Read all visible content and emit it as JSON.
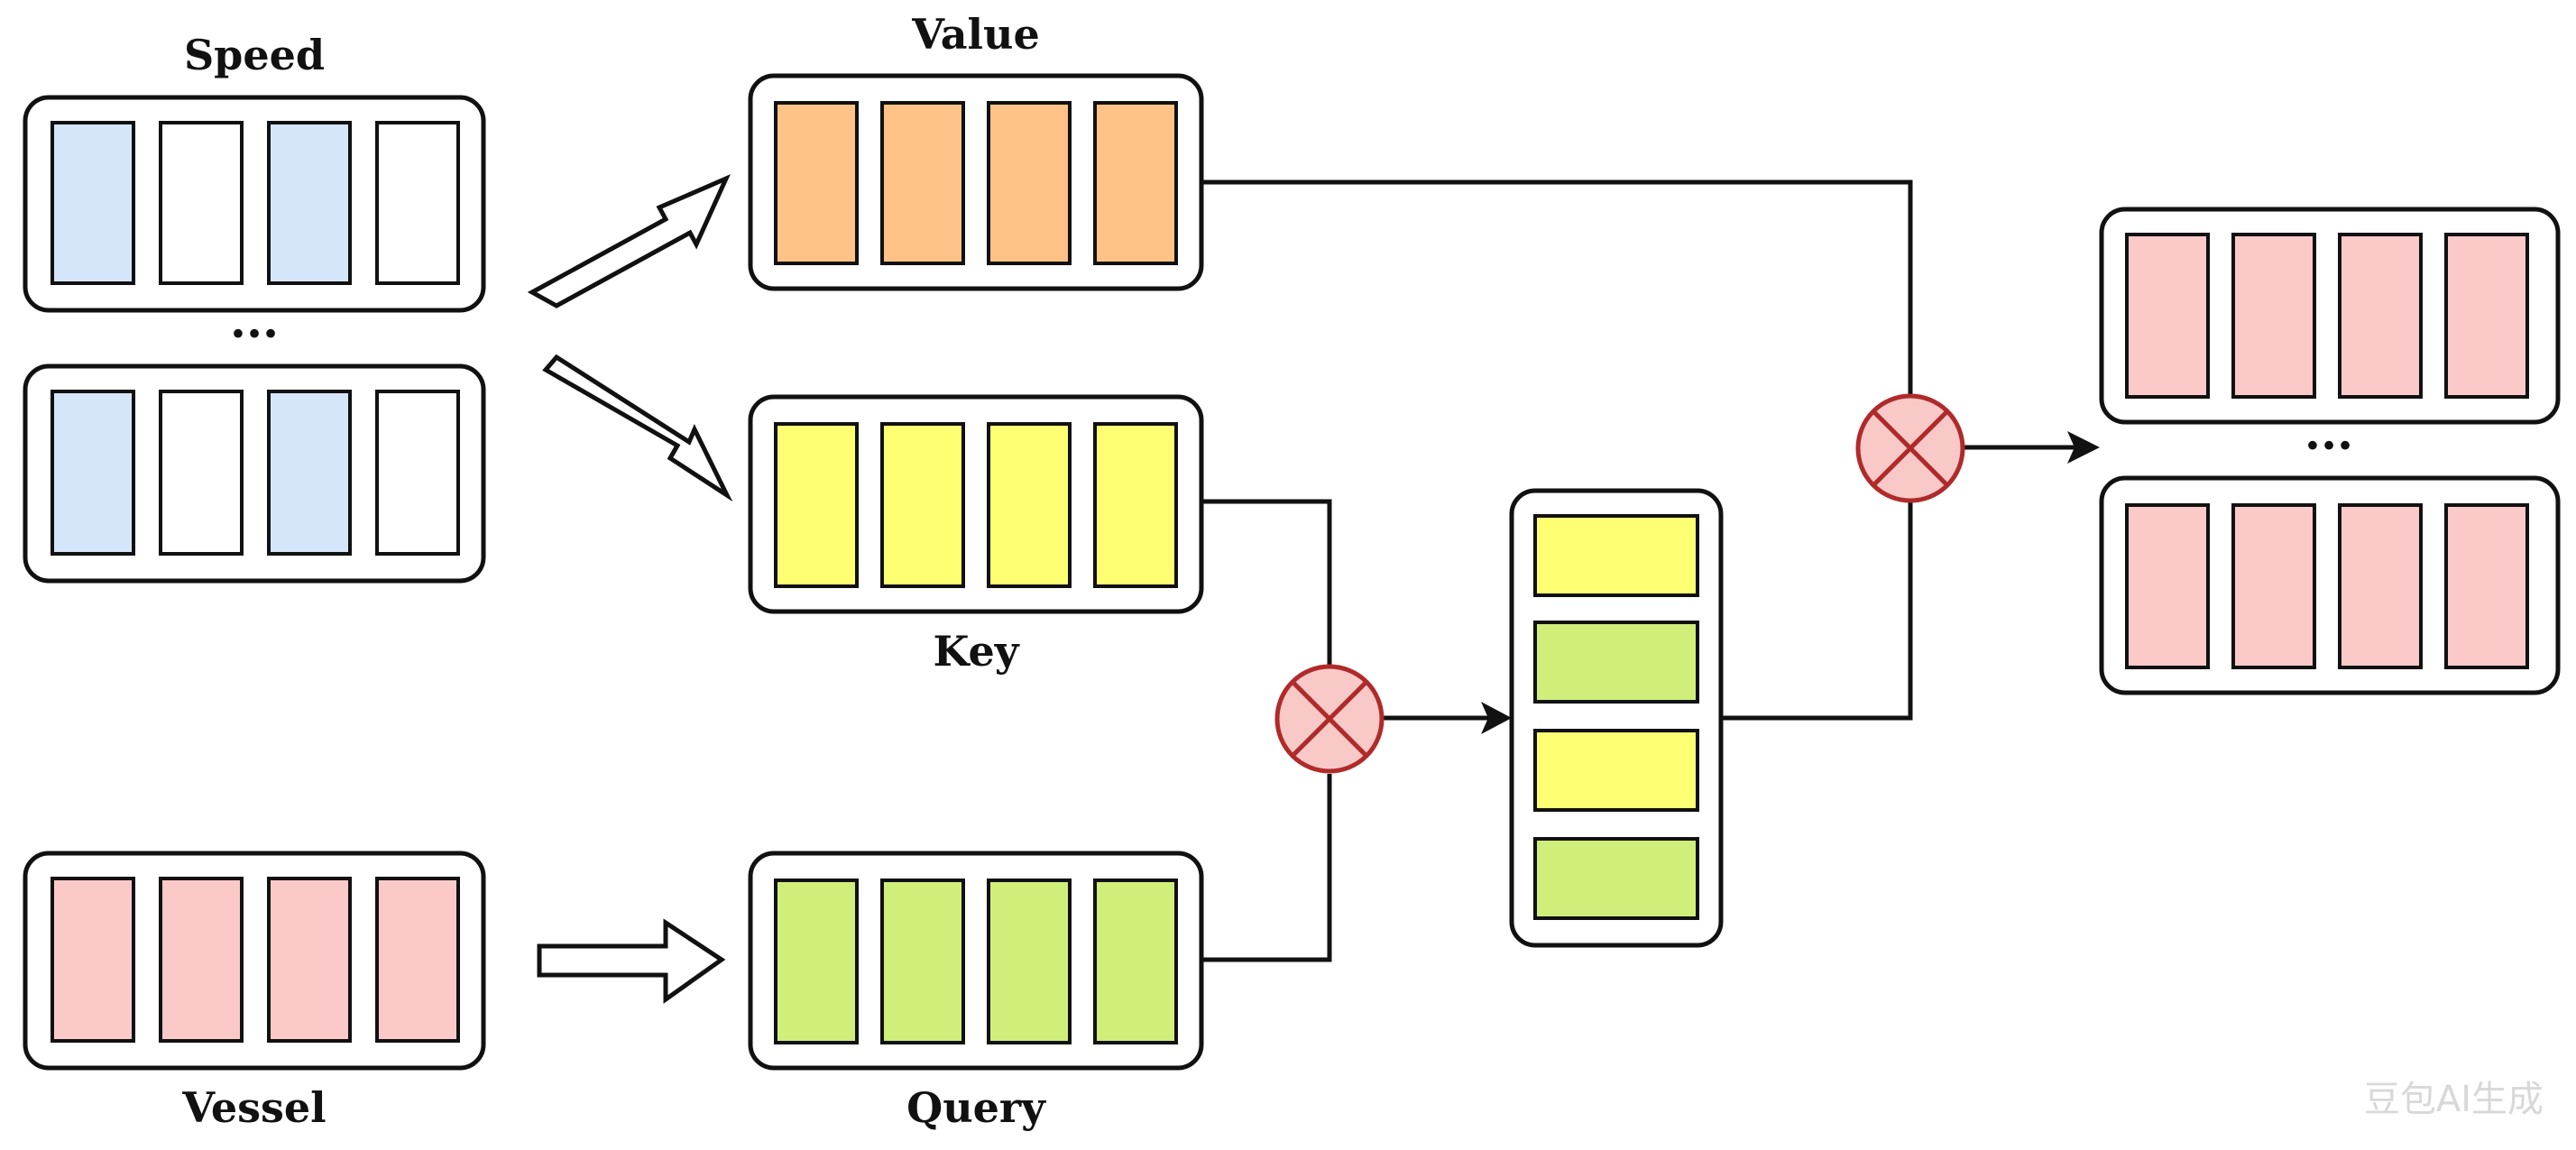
{
  "labels": {
    "speed": "Speed",
    "value": "Value",
    "key": "Key",
    "vessel": "Vessel",
    "query": "Query",
    "ellipsis_input": "···",
    "ellipsis_output": "···"
  },
  "colors": {
    "speed_blue": "#d5e6fb",
    "value_orange": "#fdc285",
    "key_yellow": "#ffff73",
    "query_green": "#d0ee7a",
    "vessel_pink": "#fbcac8",
    "multiply_circle": "#f9c9c8",
    "multiply_cross": "#b02a2a",
    "stroke": "#111111"
  },
  "watermark": "豆包AI生成"
}
